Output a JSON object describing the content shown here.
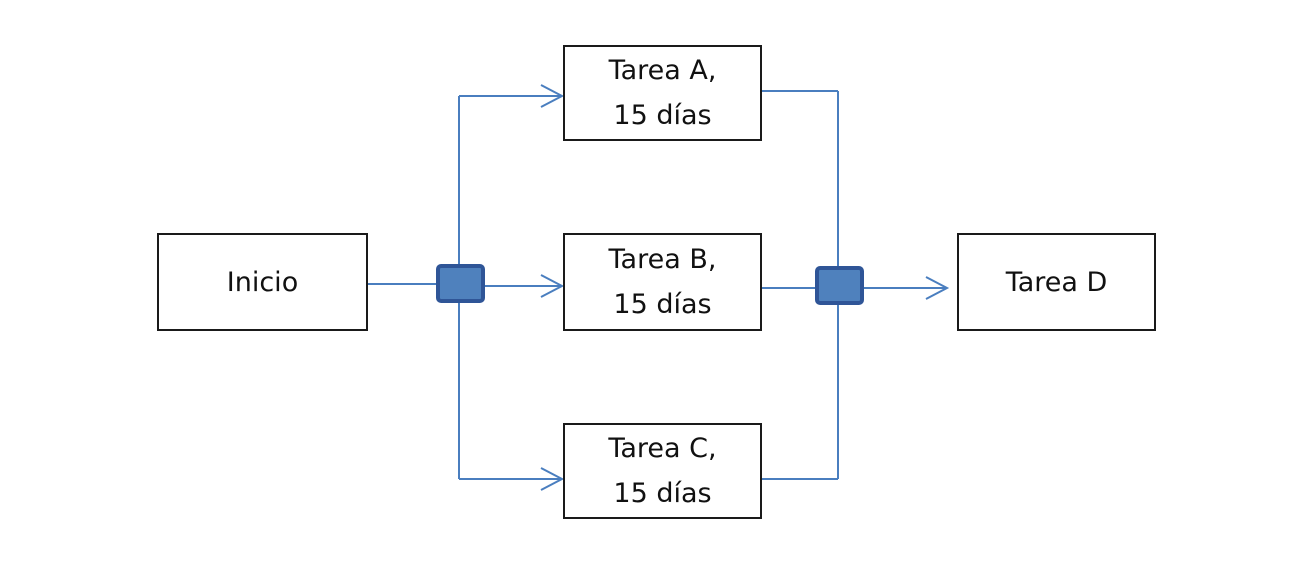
{
  "colors": {
    "connector": "#4a7ebf",
    "junction_fill": "#4f81bd",
    "junction_border": "#2f5597",
    "box_border": "#1a1a1a"
  },
  "nodes": {
    "inicio": {
      "line1": "Inicio"
    },
    "tarea_a": {
      "line1": "Tarea A,",
      "line2": "15 días"
    },
    "tarea_b": {
      "line1": "Tarea B,",
      "line2": "15 días"
    },
    "tarea_c": {
      "line1": "Tarea C,",
      "line2": "15 días"
    },
    "tarea_d": {
      "line1": "Tarea D"
    }
  }
}
